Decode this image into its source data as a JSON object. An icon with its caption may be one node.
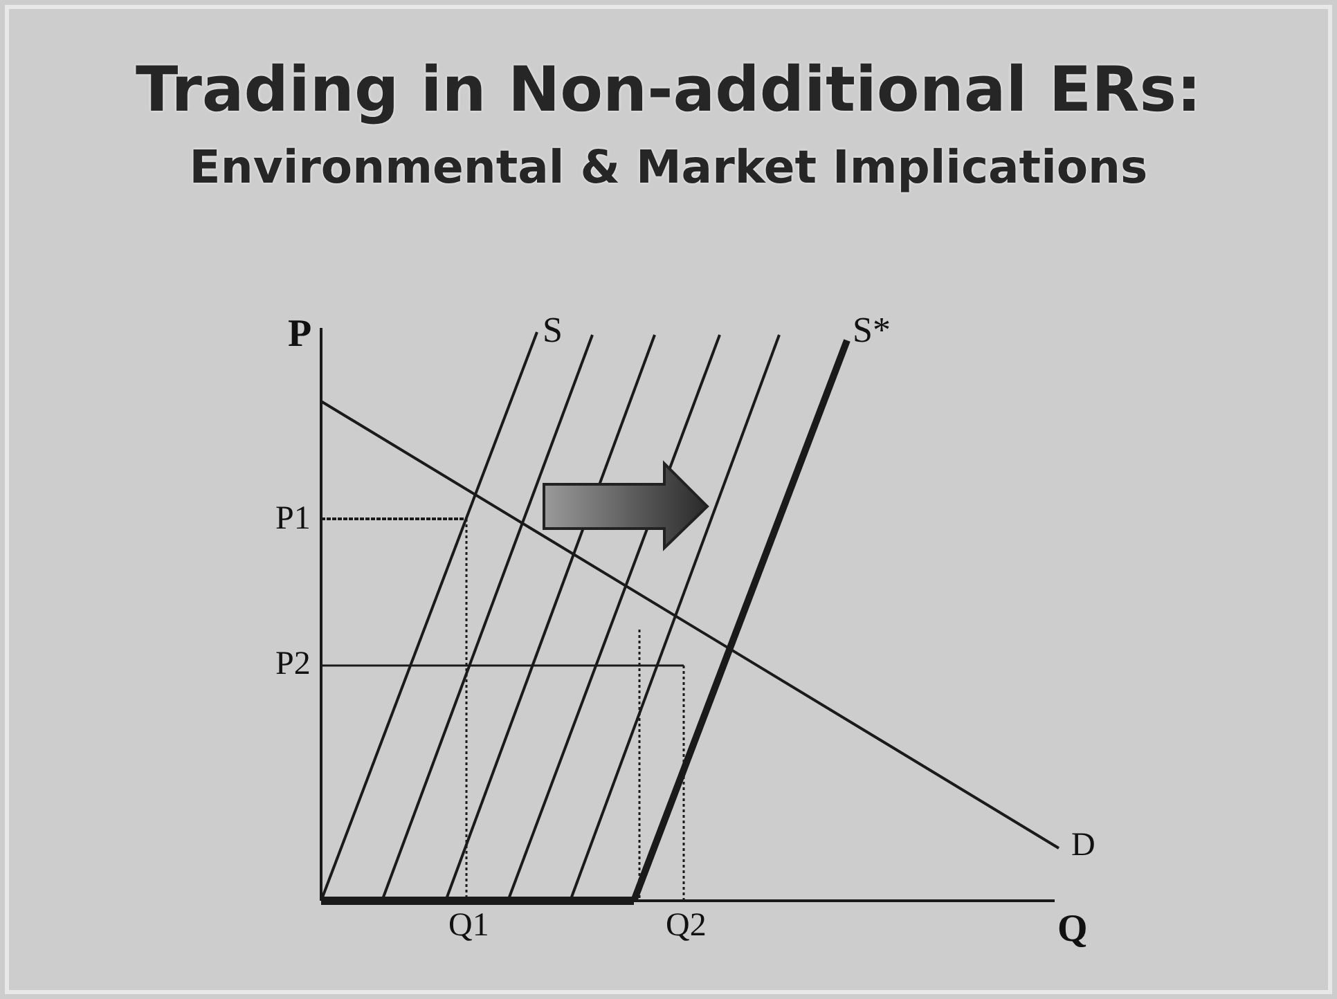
{
  "diagram": {
    "title": "Trading in Non-additional ERs:",
    "labels": [
      "Environmental & Market Implications",
      "P",
      "S",
      "S*",
      "P1",
      "P2",
      "D",
      "Q1",
      "Q2",
      "Q"
    ]
  }
}
